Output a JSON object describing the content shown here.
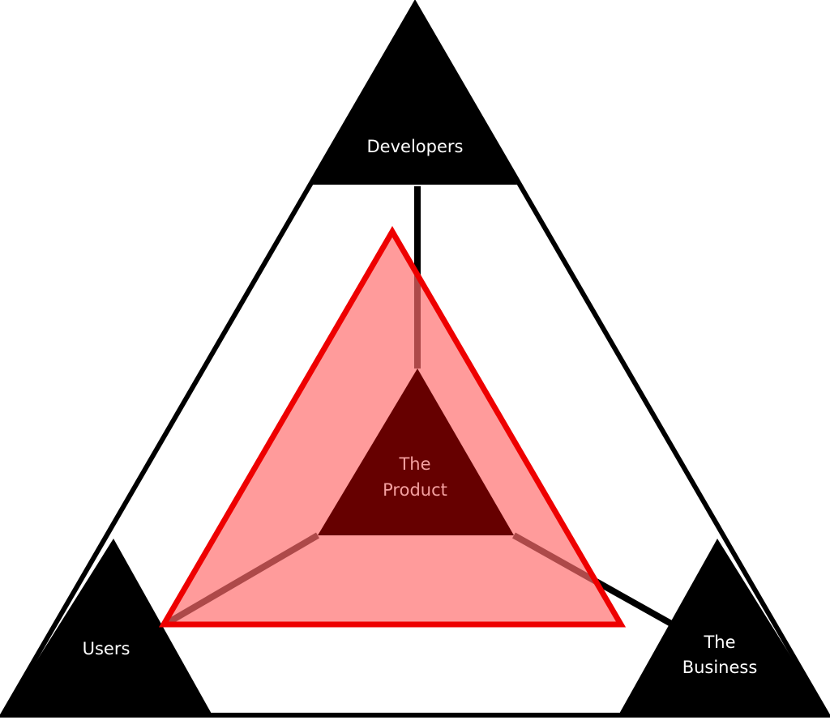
{
  "nodes": {
    "top": {
      "label": "Developers"
    },
    "bottom_left": {
      "label": "Users"
    },
    "bottom_right": {
      "label_line1": "The",
      "label_line2": "Business"
    }
  },
  "center": {
    "label_line1": "The",
    "label_line2": "Product"
  },
  "colors": {
    "outline": "#000000",
    "corner_fill": "#000000",
    "product_fill": "#ff9a9a",
    "product_stroke": "#ee0000",
    "core_fill": "#660000",
    "core_text": "#f4a0a0",
    "corner_text": "#ffffff"
  }
}
